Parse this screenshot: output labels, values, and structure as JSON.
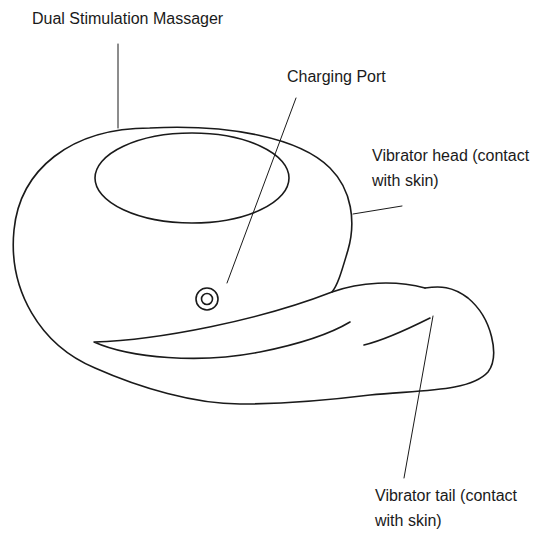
{
  "diagram": {
    "labels": [
      "Dual Stimulation Massager",
      "Charging Port",
      "Vibrator head (contact with skin)",
      "Vibrator tail (contact with skin)"
    ]
  }
}
